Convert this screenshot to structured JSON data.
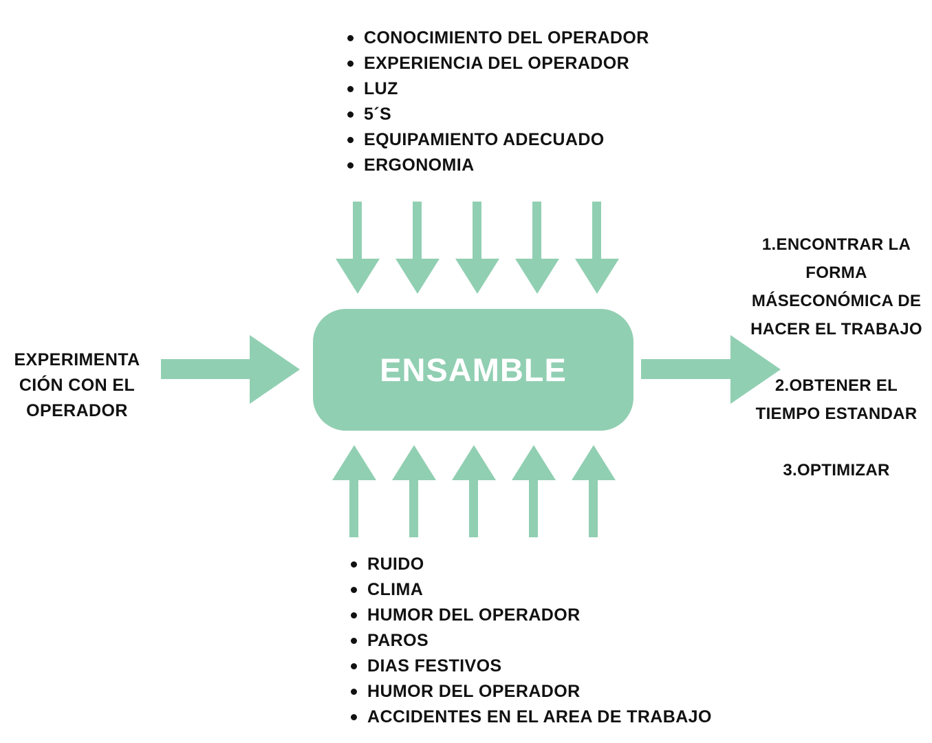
{
  "colors": {
    "accent": "#91cfb2",
    "text": "#111111",
    "box_text": "#ffffff",
    "background": "#ffffff"
  },
  "process": {
    "label": "ENSAMBLE"
  },
  "left_input": {
    "text": "EXPERIMENTA CIÓN CON EL OPERADOR"
  },
  "top_inputs": [
    "CONOCIMIENTO DEL OPERADOR",
    "EXPERIENCIA DEL OPERADOR",
    "LUZ",
    "5´S",
    "EQUIPAMIENTO ADECUADO",
    "ERGONOMIA"
  ],
  "bottom_noise": [
    "RUIDO",
    "CLIMA",
    "HUMOR DEL OPERADOR",
    "PAROS",
    "DIAS FESTIVOS",
    "HUMOR DEL OPERADOR",
    "ACCIDENTES EN EL AREA DE TRABAJO"
  ],
  "outputs": [
    "1.ENCONTRAR LA FORMA MÁSECONÓMICA DE HACER EL TRABAJO",
    "2.OBTENER EL TIEMPO ESTANDAR",
    "3.OPTIMIZAR"
  ]
}
